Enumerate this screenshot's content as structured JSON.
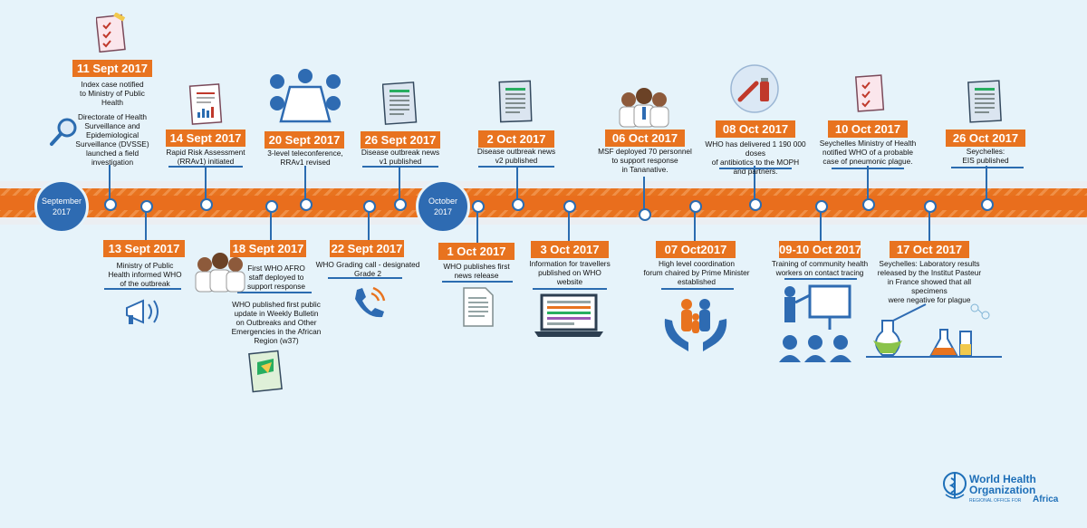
{
  "months": [
    {
      "label": "September\n2017"
    },
    {
      "label": "October\n2017"
    }
  ],
  "events": [
    {
      "date": "11 Sept 2017",
      "text": "Index case notified\nto Ministry of Public\nHealth"
    },
    {
      "date": "13 Sept 2017",
      "text": "Ministry of Public\nHealth informed WHO\nof the outbreak"
    },
    {
      "date": "14 Sept 2017",
      "text": "Rapid Risk Assessment\n(RRAv1) initiated"
    },
    {
      "date": "18 Sept 2017",
      "text": "First WHO AFRO\nstaff deployed to\nsupport response"
    },
    {
      "date": "20 Sept 2017",
      "text": "3-level teleconference,\nRRAv1 revised"
    },
    {
      "date": "22 Sept 2017",
      "text": "WHO Grading call - designated\nGrade 2"
    },
    {
      "date": "26 Sept 2017",
      "text": "Disease outbreak news\nv1 published"
    },
    {
      "date": "1 Oct 2017",
      "text": "WHO publishes first\nnews release"
    },
    {
      "date": "2 Oct 2017",
      "text": "Disease outbreak news\nv2 published"
    },
    {
      "date": "3 Oct 2017",
      "text": "Information for travellers\npublished on WHO\nwebsite"
    },
    {
      "date": "06 Oct 2017",
      "text": "MSF deployed 70 personnel\nto support response\nin Tananative."
    },
    {
      "date": "07 Oct2017",
      "text": "High level coordination\nforum chaired by Prime Minister\nestablished"
    },
    {
      "date": "08 Oct 2017",
      "text": "WHO has delivered 1 190 000 doses\nof antibiotics to the MOPH\nand partners."
    },
    {
      "date": "09-10 Oct 2017",
      "text": "Training of community health\nworkers on contact tracing"
    },
    {
      "date": "10 Oct 2017",
      "text": "Seychelles Ministry of Health\nnotified WHO of a probable\ncase of pneumonic plague."
    },
    {
      "date": "17 Oct 2017",
      "text": "Seychelles: Laboratory results\nreleased by the Institut Pasteur\nin France showed that all specimens\nwere negative for plague"
    },
    {
      "date": "26 Oct 2017",
      "text": "Seychelles:\nEIS published"
    }
  ],
  "extra_notes": {
    "dvsse": "Directorate of Health\nSurveillance and\nEpidemiological\nSurveillance (DVSSE)\nlaunched a field\ninvestigation",
    "weekly": "WHO published first public\nupdate in Weekly Bulletin\non Outbreaks and Other\nEmergencies in the African\nRegion (w37)"
  },
  "logo": {
    "name": "World Health\nOrganization",
    "region": "REGIONAL OFFICE FOR",
    "africa": "Africa"
  },
  "colors": {
    "orange": "#e8731f",
    "blue": "#2b6cb0",
    "navy": "#2e6bb2",
    "bg": "#e6f3fa"
  }
}
